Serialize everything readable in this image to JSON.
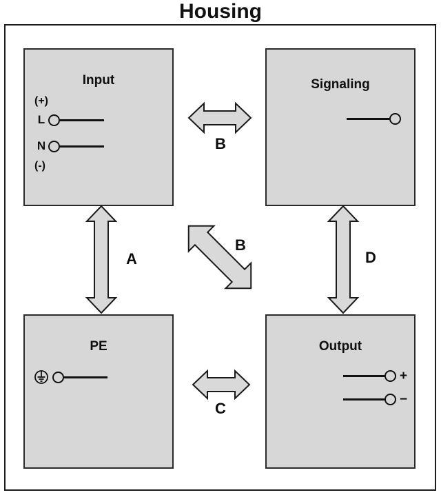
{
  "diagram": {
    "title": "Housing",
    "type": "block-diagram",
    "fill_color": "#d7d7d7",
    "line_color": "#101010",
    "blocks": [
      {
        "id": "input",
        "label": "Input",
        "position": "top-left",
        "polarity_top": "(+)",
        "polarity_bottom": "(-)",
        "terminals": [
          {
            "label": "L",
            "icon": "terminal-dot",
            "wire": "right"
          },
          {
            "label": "N",
            "icon": "terminal-dot",
            "wire": "right"
          }
        ]
      },
      {
        "id": "signaling",
        "label": "Signaling",
        "position": "top-right",
        "terminals": [
          {
            "label": "",
            "icon": "terminal-dot",
            "wire": "left"
          }
        ]
      },
      {
        "id": "pe",
        "label": "PE",
        "position": "bottom-left",
        "terminals": [
          {
            "label": "",
            "icon": "protective-earth-icon",
            "wire": "right"
          }
        ]
      },
      {
        "id": "output",
        "label": "Output",
        "position": "bottom-right",
        "terminals": [
          {
            "label": "+",
            "icon": "terminal-dot",
            "wire": "left"
          },
          {
            "label": "−",
            "icon": "terminal-dot",
            "wire": "left"
          }
        ]
      }
    ],
    "arrows": [
      {
        "id": "b-top",
        "label": "B",
        "orientation": "horizontal",
        "connects": [
          "input",
          "signaling"
        ]
      },
      {
        "id": "a-left",
        "label": "A",
        "orientation": "vertical",
        "connects": [
          "input",
          "pe"
        ]
      },
      {
        "id": "b-diagonal",
        "label": "B",
        "orientation": "diagonal",
        "connects": [
          "input",
          "output"
        ]
      },
      {
        "id": "d-right",
        "label": "D",
        "orientation": "vertical",
        "connects": [
          "signaling",
          "output"
        ]
      },
      {
        "id": "c-bottom",
        "label": "C",
        "orientation": "horizontal",
        "connects": [
          "pe",
          "output"
        ]
      }
    ]
  }
}
